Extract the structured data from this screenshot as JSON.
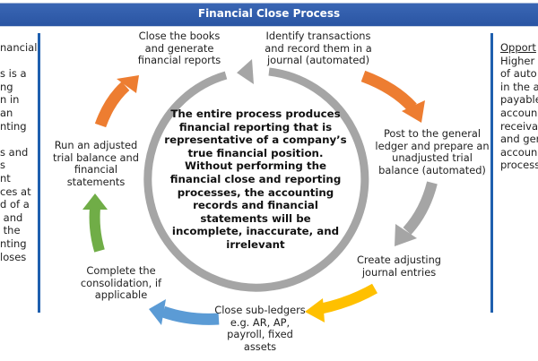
{
  "header": {
    "title": "Financial Close Process"
  },
  "left_panel": {
    "lines": [
      "nancial",
      "",
      "s is a",
      "ng",
      "n in",
      "an",
      "nting",
      "",
      "s and",
      "s",
      "nt",
      "ces at",
      "d of a",
      " and",
      " the",
      "nting",
      "loses"
    ]
  },
  "right_panel": {
    "heading": "Opport",
    "lines": [
      "Higher",
      "of auto",
      "in the a",
      "payable",
      "accoun",
      "receiva",
      "and ger",
      "accoun",
      "process"
    ]
  },
  "center": {
    "lines": [
      "The entire process produces",
      "financial reporting that is",
      "representative of a company’s",
      "true financial position.",
      "Without performing the",
      "financial close and reporting",
      "processes, the accounting",
      "records and financial",
      "statements will be",
      "incomplete, inaccurate, and",
      "irrelevant"
    ]
  },
  "steps": [
    {
      "id": "identify",
      "lines": [
        "Identify transactions",
        "and record them in a",
        "journal (automated)"
      ]
    },
    {
      "id": "post",
      "lines": [
        "Post to the general",
        "ledger and prepare an",
        "unadjusted trial",
        "balance (automated)"
      ]
    },
    {
      "id": "adjust",
      "lines": [
        "Create adjusting",
        "journal entries"
      ]
    },
    {
      "id": "subledgers",
      "lines": [
        "Close sub-ledgers",
        "e.g. AR, AP,",
        "payroll, fixed",
        "assets"
      ]
    },
    {
      "id": "consolidate",
      "lines": [
        "Complete the",
        "consolidation, if",
        "applicable"
      ]
    },
    {
      "id": "trial",
      "lines": [
        "Run an adjusted",
        "trial balance and",
        "financial",
        "statements"
      ]
    },
    {
      "id": "close",
      "lines": [
        "Close the books",
        "and generate",
        "financial reports"
      ]
    }
  ],
  "arrow_colors": {
    "orange": "#ed7d31",
    "gray": "#a5a5a5",
    "yellow": "#ffc000",
    "blue": "#5b9bd5",
    "green": "#70ad47",
    "header": "#2e5aa8",
    "divider": "#1f5fae"
  }
}
